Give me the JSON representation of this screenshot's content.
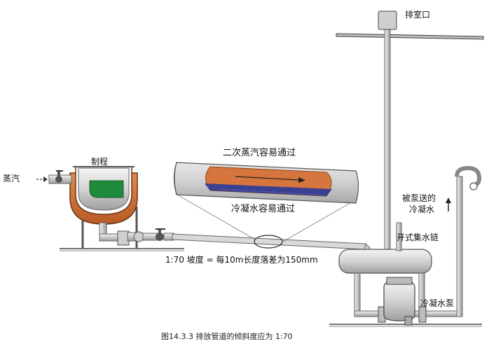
{
  "labels": {
    "steam_in": "蒸汽",
    "process": "制程",
    "vent": "排室口",
    "steam_passes": "二次蒸汽容易通过",
    "condensate_passes": "冷凝水容易通过",
    "slope_note": "1:70 坡度 = 每10m长度落差为150mm",
    "pumped_line1": "被泵送的",
    "pumped_line2": "冷凝水",
    "open_chain": "开式集水链",
    "pump": "冷凝水泵",
    "caption": "图14.3.3  排放管道的倾斜度应为 1:70"
  },
  "colors": {
    "pipe_fill": "#d6d6d6",
    "pipe_stroke": "#555555",
    "tank_orange": "#cc6a2e",
    "water_green": "#1f8a3b",
    "condensate_blue": "#3a3f8f",
    "arrow": "#222222"
  },
  "icons": {
    "steam_arrow": "dashed-arrow-right",
    "flow_arrow": "arrow-right",
    "up_arrow": "arrow-up"
  }
}
